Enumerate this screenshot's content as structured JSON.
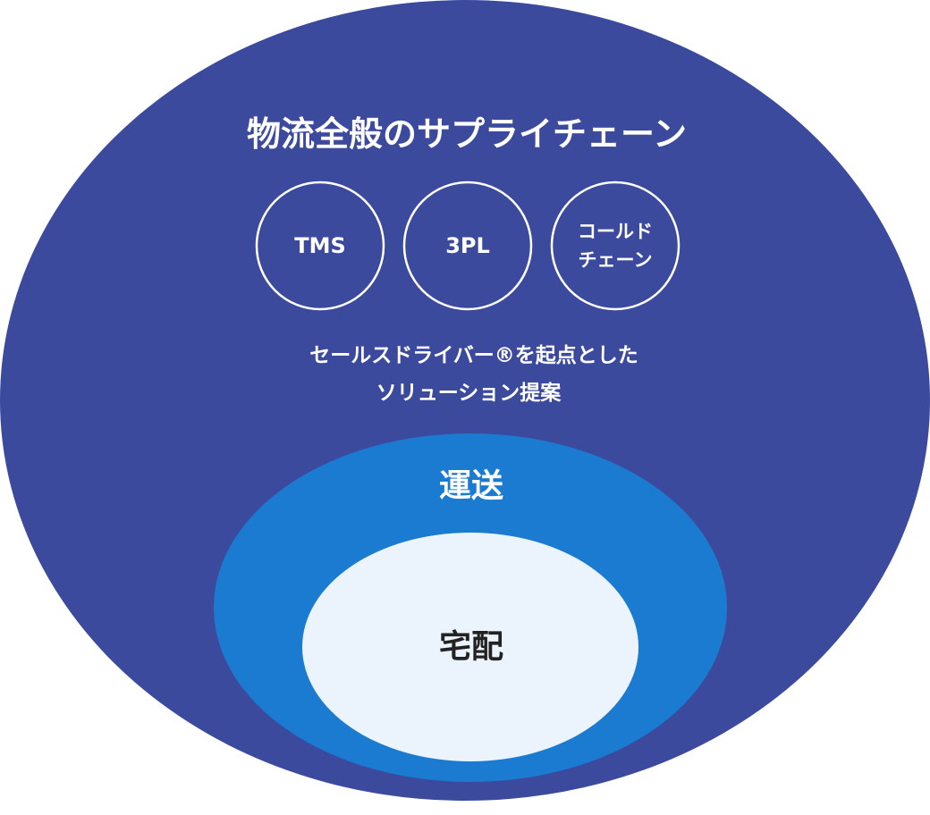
{
  "colors": {
    "outer": "#3c4a9e",
    "middle": "#1a7bd0",
    "inner": "#ebf3fc",
    "light_text": "#ffffff",
    "dark_text": "#222222"
  },
  "outer": {
    "title": "物流全般のサプライチェーン",
    "circles": [
      {
        "line1": "TMS",
        "line2": ""
      },
      {
        "line1": "3PL",
        "line2": ""
      },
      {
        "line1": "コールド",
        "line2": "チェーン"
      }
    ],
    "description_line1": "セールスドライバー®を起点とした",
    "description_line2": "ソリューション提案"
  },
  "middle": {
    "label": "運送"
  },
  "inner": {
    "label": "宅配"
  }
}
